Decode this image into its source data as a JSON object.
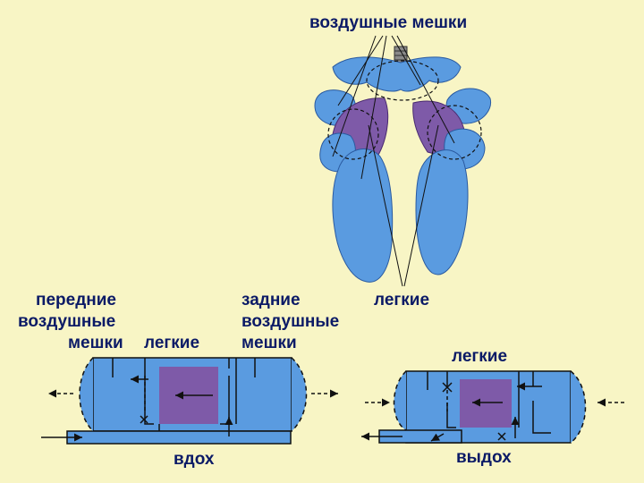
{
  "top": {
    "title": "воздушные мешки",
    "lungs_label": "легкие"
  },
  "inhale": {
    "front_sacs_line1": "передние",
    "front_sacs_line2": "воздушные",
    "front_sacs_line3": "мешки",
    "lungs": "легкие",
    "rear_sacs_line1": "задние",
    "rear_sacs_line2": "воздушные",
    "rear_sacs_line3": "мешки",
    "caption": "вдох"
  },
  "exhale": {
    "lungs": "легкие",
    "caption": "выдох"
  },
  "colors": {
    "background": "#f8f5c5",
    "sac_blue": "#5a9be0",
    "lung_purple": "#7e5aa8",
    "label_text": "#0b1a66",
    "line": "#111111"
  }
}
